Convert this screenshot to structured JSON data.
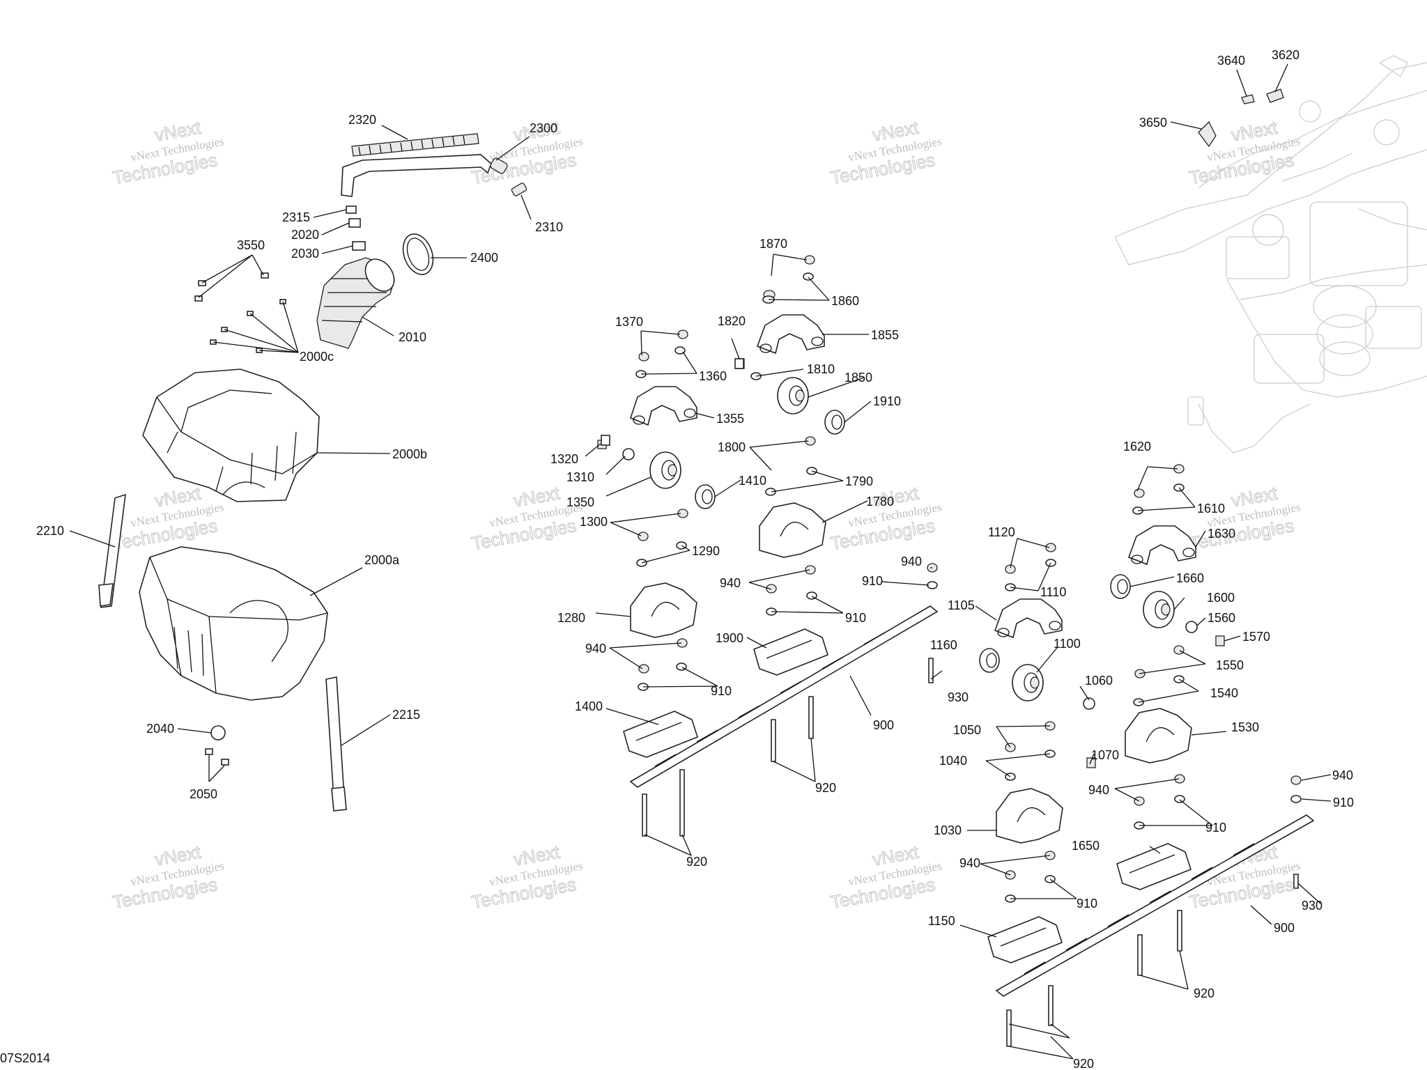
{
  "diagram_code": "07S2014",
  "watermark": {
    "line1": "vNext",
    "line2": "vNext Technologies",
    "line3": "Technologies"
  },
  "labels": {
    "2320": "2320",
    "2300": "2300",
    "2315": "2315",
    "2020": "2020",
    "2030": "2030",
    "2310": "2310",
    "2400": "2400",
    "3550": "3550",
    "2010": "2010",
    "2000c": "2000c",
    "2000b": "2000b",
    "2210": "2210",
    "2000a": "2000a",
    "2215": "2215",
    "2040": "2040",
    "2050": "2050",
    "1870": "1870",
    "1860": "1860",
    "1855": "1855",
    "1820": "1820",
    "1810": "1810",
    "1850": "1850",
    "1910": "1910",
    "1370": "1370",
    "1360": "1360",
    "1355": "1355",
    "1320": "1320",
    "1310": "1310",
    "1350": "1350",
    "1410": "1410",
    "1800": "1800",
    "1790": "1790",
    "1780": "1780",
    "1300": "1300",
    "1290": "1290",
    "1280": "1280",
    "940_a": "940",
    "910_a": "910",
    "940_b": "940",
    "910_b": "910",
    "1900": "1900",
    "940_c": "940",
    "910_c": "910",
    "1400": "1400",
    "900_a": "900",
    "920_a": "920",
    "920_b": "920",
    "1120": "1120",
    "1110": "1110",
    "1105": "1105",
    "1160": "1160",
    "930_a": "930",
    "1100": "1100",
    "1060": "1060",
    "1050": "1050",
    "1070": "1070",
    "1040": "1040",
    "1030": "1030",
    "940_d": "940",
    "910_d": "910",
    "1150": "1150",
    "1620": "1620",
    "1610": "1610",
    "1630": "1630",
    "1660": "1660",
    "1600": "1600",
    "1560": "1560",
    "1570": "1570",
    "1550": "1550",
    "1540": "1540",
    "1530": "1530",
    "940_e": "940",
    "910_e": "910",
    "940_f": "940",
    "910_f": "910",
    "1650": "1650",
    "930_b": "930",
    "900_b": "900",
    "920_c": "920",
    "920_d": "920",
    "3640": "3640",
    "3620": "3620",
    "3650": "3650"
  }
}
